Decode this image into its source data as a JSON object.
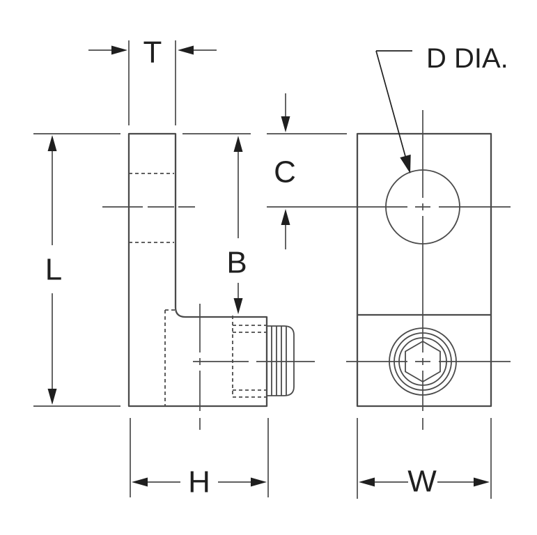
{
  "drawing": {
    "background": "#ffffff",
    "line_color": "#4a4a4a",
    "annotation_color": "#1f1f1f",
    "views": {
      "side_view": "L-shaped elbow body, side profile with external pipe thread and hidden internal features",
      "front_view": "Rectangular face with round through hole and hex-socket screw"
    }
  },
  "labels": {
    "thickness": "T",
    "overall_length": "L",
    "upper_height": "B",
    "hole_center_offset": "C",
    "body_depth": "H",
    "body_width": "W",
    "hole_diameter_callout": "D DIA."
  }
}
